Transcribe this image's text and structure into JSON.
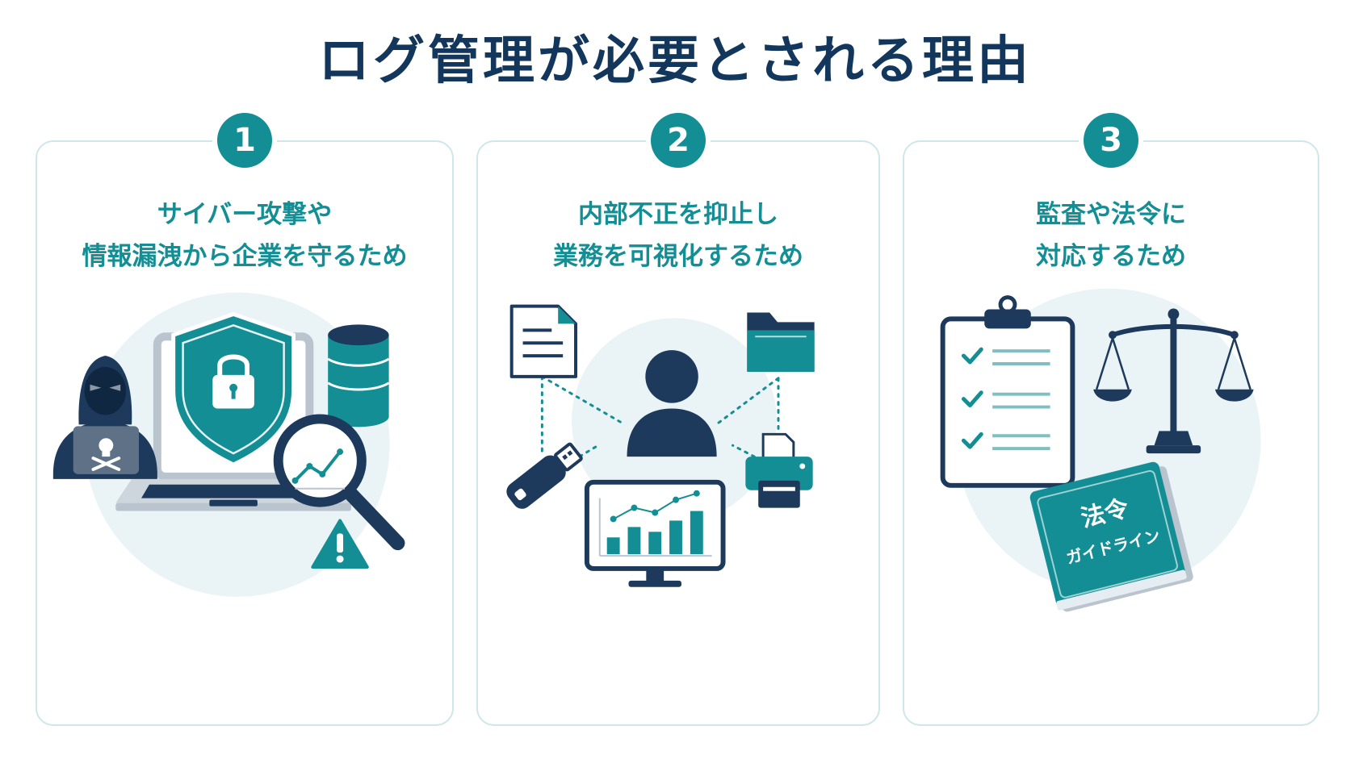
{
  "page": {
    "title": "ログ管理が必要とされる理由"
  },
  "cards": [
    {
      "number": "1",
      "heading_line1": "サイバー攻撃や",
      "heading_line2": "情報漏洩から企業を守るため",
      "icons": [
        "hacker-icon",
        "laptop-icon",
        "shield-lock-icon",
        "database-icon",
        "magnifier-chart-icon",
        "warning-icon"
      ]
    },
    {
      "number": "2",
      "heading_line1": "内部不正を抑止し",
      "heading_line2": "業務を可視化するため",
      "icons": [
        "document-icon",
        "folder-icon",
        "user-icon",
        "usb-drive-icon",
        "printer-icon",
        "monitor-chart-icon"
      ]
    },
    {
      "number": "3",
      "heading_line1": "監査や法令に",
      "heading_line2": "対応するため",
      "icons": [
        "clipboard-checklist-icon",
        "scales-icon",
        "law-book-icon"
      ],
      "book_title": "法令",
      "book_subtitle": "ガイドライン"
    }
  ],
  "colors": {
    "navy": "#1d3a5c",
    "teal": "#138e95",
    "light_bg": "#eaf3f6",
    "border": "#cfe6ea",
    "title": "#13375c"
  }
}
